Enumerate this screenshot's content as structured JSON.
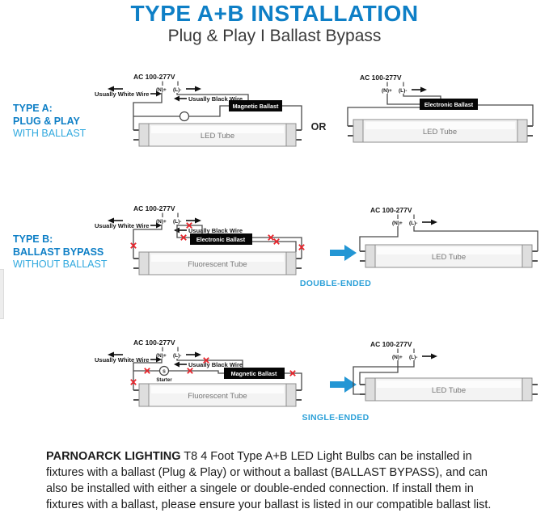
{
  "colors": {
    "title_blue": "#0e7fc6",
    "accent_blue": "#2fa8de",
    "caption_blue": "#2ba0d8",
    "arrow_blue": "#2396d4",
    "x_red": "#e8262d"
  },
  "header": {
    "title": "TYPE A+B INSTALLATION",
    "subtitle": "Plug & Play I Ballast Bypass"
  },
  "section_a": {
    "type_label": "TYPE A:",
    "mode_label": "PLUG & PLAY",
    "sub_label": "WITH BALLAST",
    "or_label": "OR",
    "d1": {
      "ac": "AC 100-277V",
      "white": "Usually White Wire",
      "black": "Usually Black Wire",
      "n": "(N)+",
      "l": "(L)-",
      "ballast": "Magnetic Ballast",
      "tube": "LED Tube"
    },
    "d2": {
      "ac": "AC 100-277V",
      "n": "(N)+",
      "l": "(L)-",
      "ballast": "Electronic Ballast",
      "tube": "LED Tube"
    }
  },
  "section_b": {
    "type_label": "TYPE B:",
    "mode_label": "BALLAST BYPASS",
    "sub_label": "WITHOUT BALLAST",
    "caption": "DOUBLE-ENDED",
    "d1": {
      "ac": "AC 100-277V",
      "white": "Usually White Wire",
      "black": "Usually Black Wire",
      "n": "(N)+",
      "l": "(L)-",
      "ballast": "Electronic Ballast",
      "tube": "Fluorescent Tube"
    },
    "d2": {
      "ac": "AC 100-277V",
      "n": "(N)+",
      "l": "(L)-",
      "tube": "LED Tube"
    }
  },
  "section_c": {
    "caption": "SINGLE-ENDED",
    "d1": {
      "ac": "AC 100-277V",
      "white": "Usually White Wire",
      "black": "Usually Black Wire",
      "n": "(N)+",
      "l": "(L)-",
      "ballast": "Magnetic Ballast",
      "tube": "Fluorescent Tube",
      "starter_letter": "S",
      "starter": "Starter"
    },
    "d2": {
      "ac": "AC 100-277V",
      "n": "(N)+",
      "l": "(L)-",
      "tube": "LED Tube"
    }
  },
  "footer": {
    "brand": "PARNOARCK LIGHTING",
    "body": " T8 4 Foot Type A+B LED Light Bulbs can be installed in fixtures with a ballast (Plug & Play) or without a ballast (BALLAST BYPASS), and can also be installed with either a singele or double-ended connection. If install them in fixtures with a ballast, please ensure your ballast is listed in our compatible ballast list."
  }
}
